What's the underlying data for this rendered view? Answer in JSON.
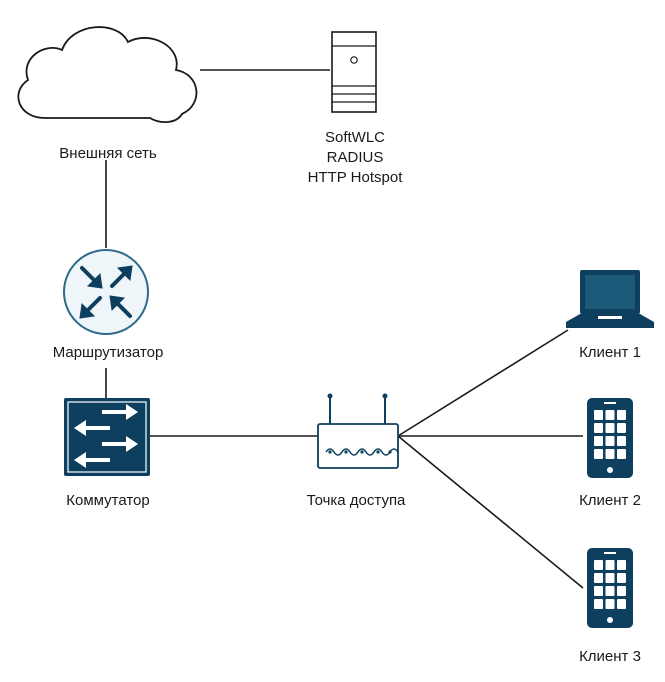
{
  "nodes": {
    "cloud": {
      "label": "Внешняя сеть"
    },
    "server": {
      "lines": [
        "SoftWLC",
        "RADIUS",
        "HTTP Hotspot"
      ]
    },
    "router": {
      "label": "Маршрутизатор"
    },
    "switch": {
      "label": "Коммутатор"
    },
    "access_point": {
      "label": "Точка доступа"
    },
    "client1": {
      "label": "Клиент 1"
    },
    "client2": {
      "label": "Клиент 2"
    },
    "client3": {
      "label": "Клиент 3"
    }
  },
  "colors": {
    "line": "#1a1a1a",
    "device_dark": "#0f3f5f",
    "router_fill": "#eef6fa",
    "router_stroke": "#2b6a8a",
    "cloud_fill": "#ffffff"
  }
}
